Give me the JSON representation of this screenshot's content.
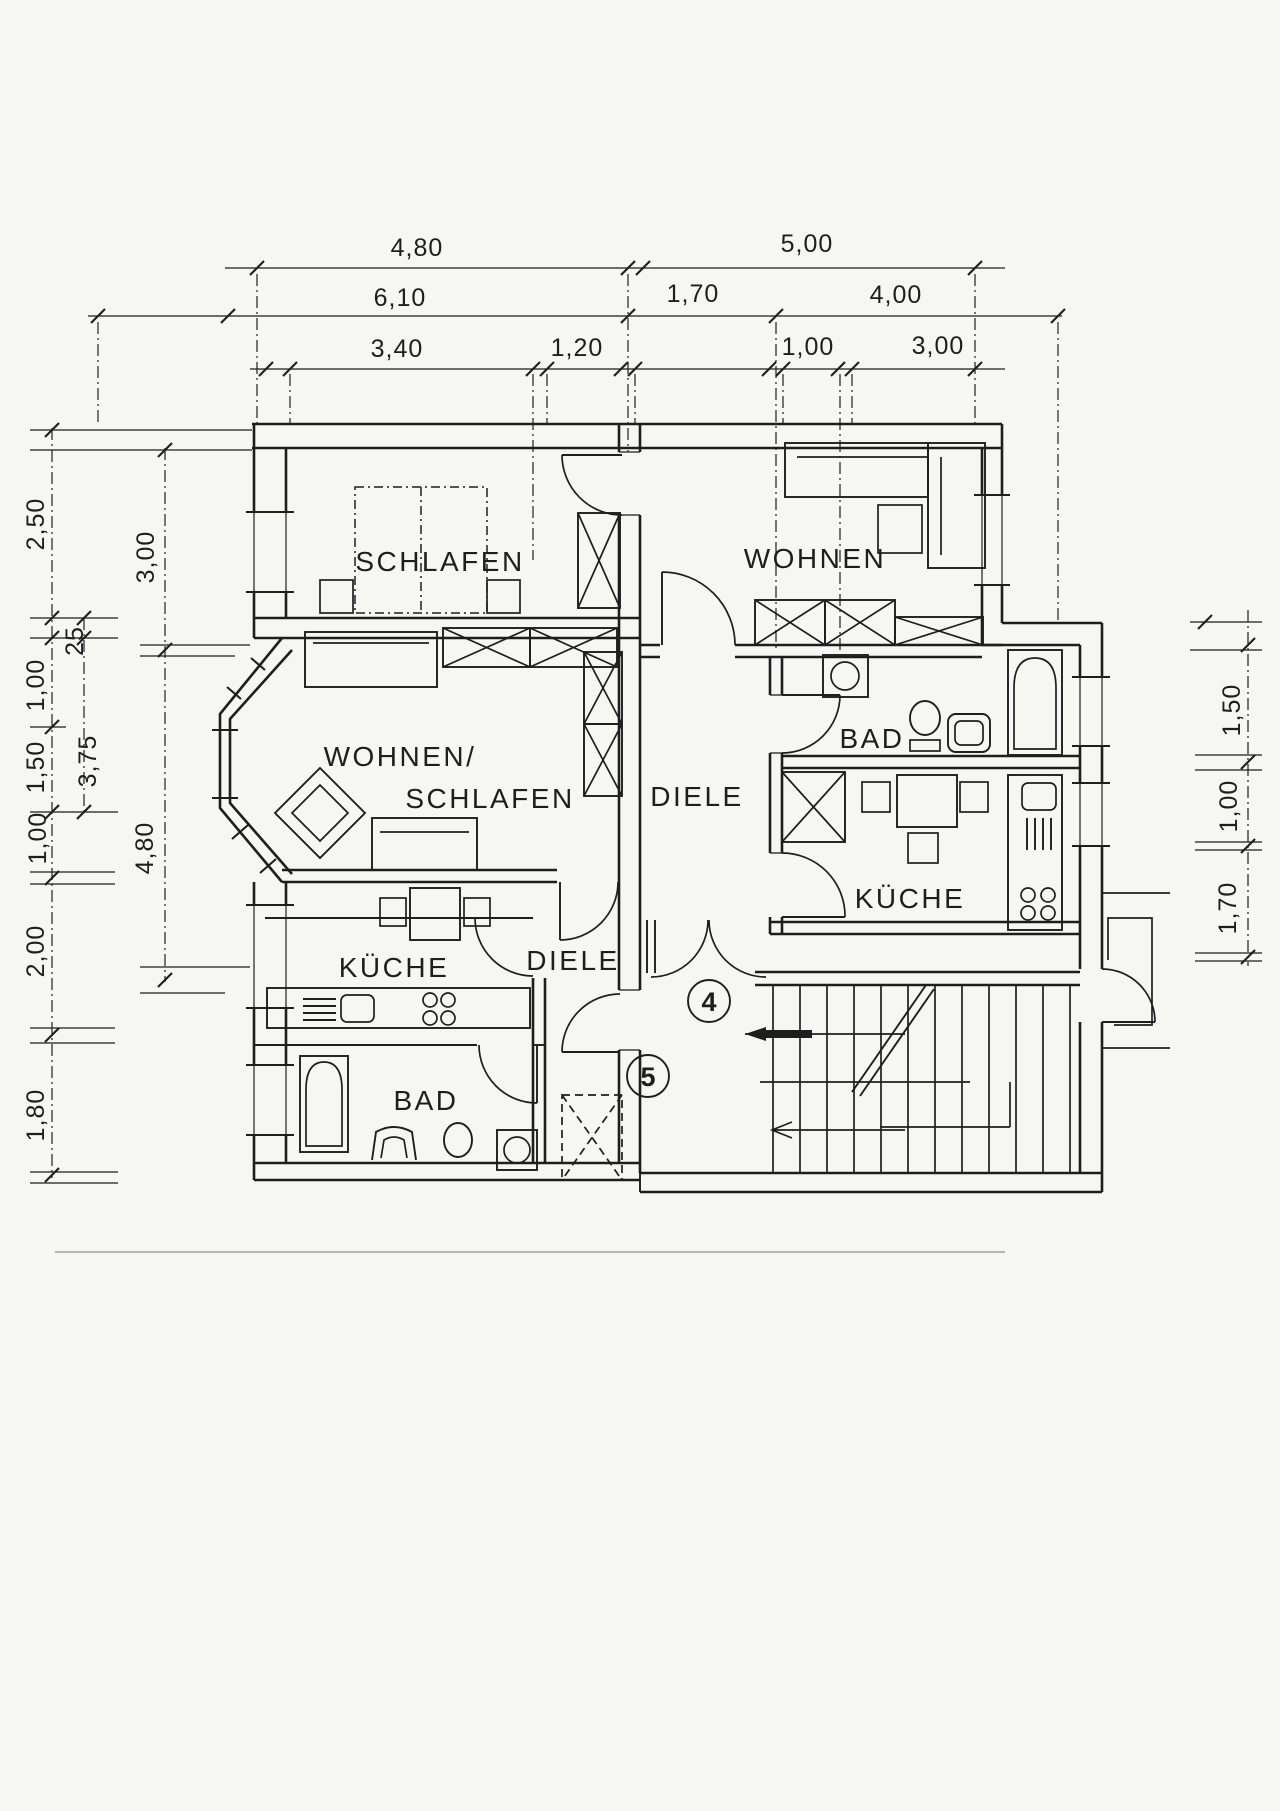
{
  "drawing": {
    "type": "floor-plan",
    "rooms": {
      "schlafen_top": "SCHLAFEN",
      "wohnen": "WOHNEN",
      "wohnen_schlafen_line1": "WOHNEN/",
      "wohnen_schlafen_line2": "SCHLAFEN",
      "diele_right": "DIELE",
      "bad_right": "BAD",
      "kueche_right": "KÜCHE",
      "kueche_left": "KÜCHE",
      "diele_left": "DIELE",
      "bad_left": "BAD"
    },
    "units": {
      "four": "4",
      "five": "5"
    },
    "dimensions": {
      "top": {
        "row1": [
          "4,80",
          "5,00"
        ],
        "row2": [
          "6,10",
          "1,70",
          "4,00"
        ],
        "row3": [
          "3,40",
          "1,20",
          "1,00",
          "3,00"
        ]
      },
      "left": {
        "outer": [
          "2,50",
          "1,00",
          "1,50",
          "1,00",
          "2,00",
          "1,80"
        ],
        "middle": [
          "25",
          "3,75"
        ],
        "inner": [
          "3,00",
          "4,80"
        ]
      },
      "right": [
        "1,50",
        "1,00",
        "1,70"
      ]
    }
  }
}
